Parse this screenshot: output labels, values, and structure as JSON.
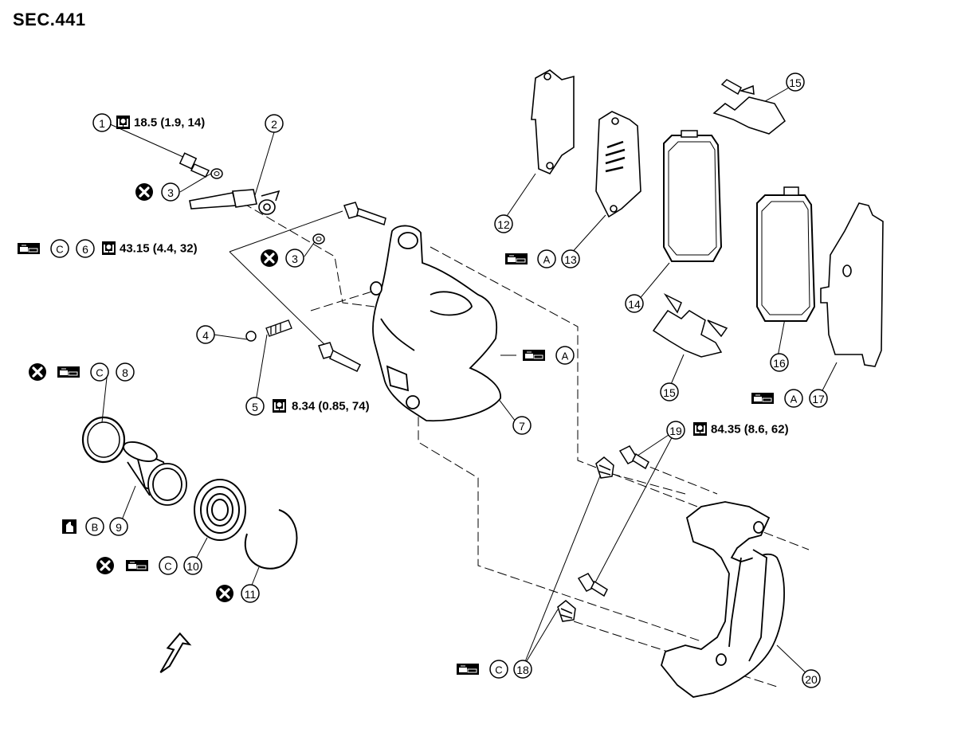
{
  "section": "SEC.441",
  "callouts": {
    "n1": "1",
    "n2": "2",
    "n3a": "3",
    "n3b": "3",
    "n4": "4",
    "n5": "5",
    "n6": "6",
    "n7": "7",
    "n8": "8",
    "n9": "9",
    "n10": "10",
    "n11": "11",
    "n12": "12",
    "n13": "13",
    "n14": "14",
    "n15a": "15",
    "n15b": "15",
    "n16": "16",
    "n17": "17",
    "n18": "18",
    "n19": "19",
    "n20": "20"
  },
  "torques": {
    "t1": "18.5 (1.9, 14)",
    "t6": "43.15 (4.4, 32)",
    "t5": "8.34 (0.85, 74)",
    "t19": "84.35 (8.6, 62)"
  },
  "letters": {
    "c6": "C",
    "a7": "A",
    "c8": "C",
    "b9": "B",
    "c10": "C",
    "a13": "A",
    "a17": "A",
    "c18": "C"
  },
  "icons": {
    "torque": "wrench-torque-icon",
    "grease": "grease-applicator-icon",
    "fluid": "brake-fluid-bottle-icon",
    "no_reuse": "do-not-reuse-icon",
    "front": "front-direction-arrow-icon"
  }
}
